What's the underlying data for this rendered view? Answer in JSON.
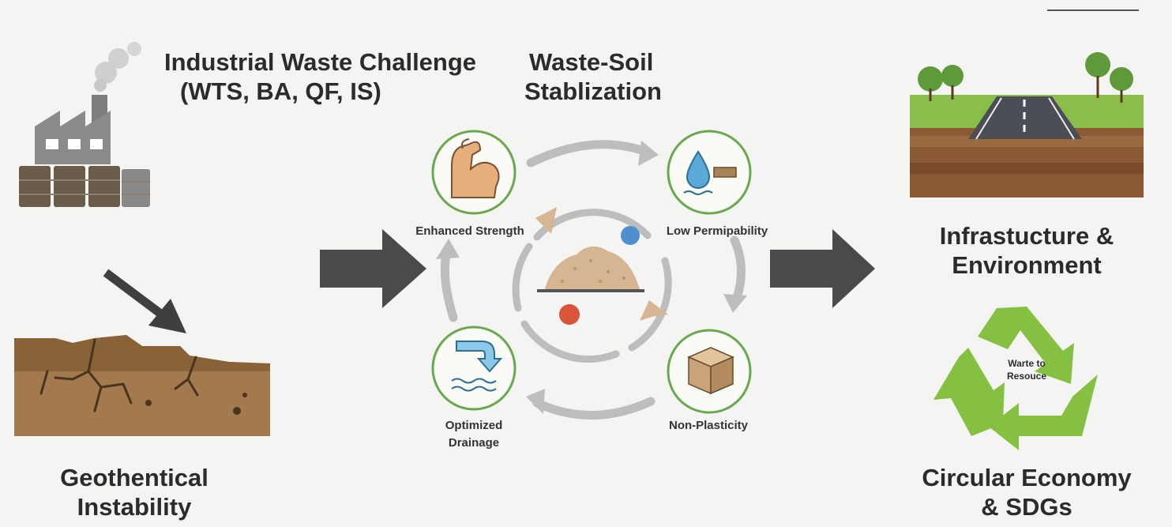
{
  "titles": {
    "challenge_line1": "Industrial Waste Challenge",
    "challenge_line2": "(WTS, BA, QF, IS)",
    "stab_line1": "Waste-Soil",
    "stab_line2": "Stablization",
    "geo_line1": "Geothentical",
    "geo_line2": "Instability",
    "infra_line1": "Infrastucture &",
    "infra_line2": "Environment",
    "circ_line1": "Circular Economy",
    "circ_line2": "& SDGs"
  },
  "cycle": {
    "strength": "Enhanced Strength",
    "permeability": "Low Permipability",
    "plasticity": "Non-Plasticity",
    "drainage_line1": "Optimized",
    "drainage_line2": "Drainage"
  },
  "recycle": {
    "line1": "Warte to",
    "line2": "Resouce"
  },
  "icons": {
    "factory": "factory-icon",
    "soil": "cracked-soil-icon",
    "arm": "flexed-arm-icon",
    "drop": "water-drop-icon",
    "cube": "cube-icon",
    "drain": "drainage-icon",
    "soil_pile": "soil-pile-icon",
    "road": "road-landscape-icon",
    "recycle": "recycle-icon"
  },
  "colors": {
    "ring_green": "#6aa84f",
    "arrow_dark": "#4a4a4a",
    "soil_brown": "#a87e52",
    "recycle_green": "#7cbb3e",
    "cycle_gray": "#b9b9b9"
  }
}
